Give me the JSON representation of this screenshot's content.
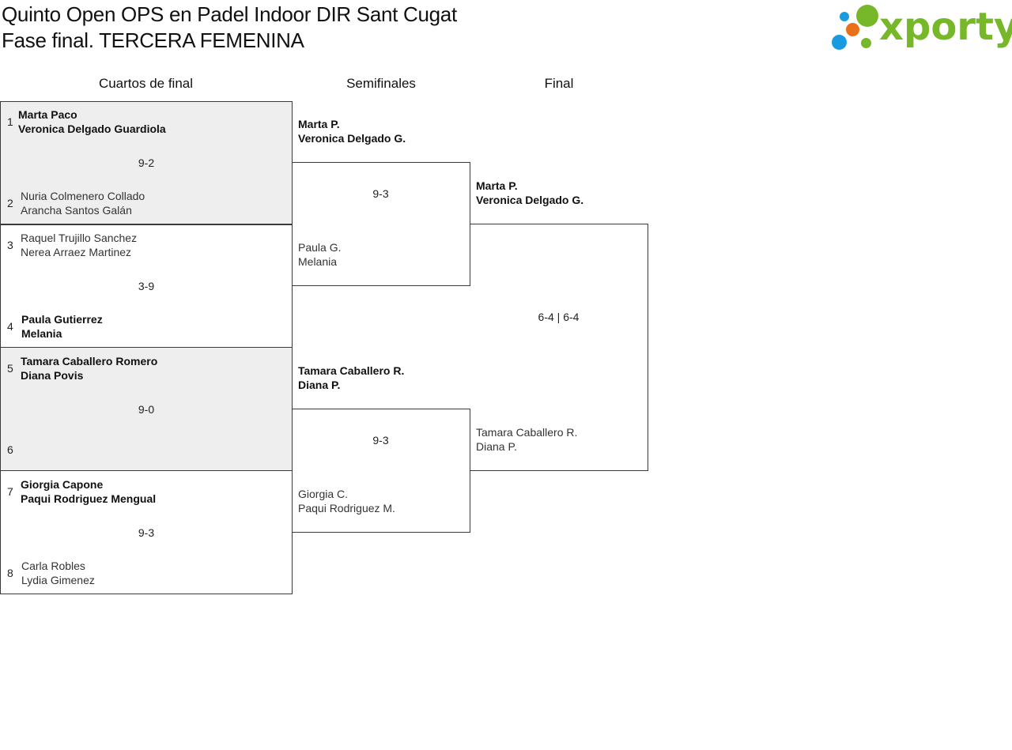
{
  "header": {
    "title_line1": "Quinto Open OPS en Padel Indoor DIR Sant Cugat",
    "title_line2": "Fase final. TERCERA FEMENINA"
  },
  "logo": {
    "text": "xporty",
    "colors": {
      "green": "#77b82a",
      "blue": "#1a9be0",
      "orange": "#e8701a"
    }
  },
  "rounds": {
    "quarterfinals": "Cuartos de final",
    "semifinals": "Semifinales",
    "final": "Final"
  },
  "quarterfinals": [
    {
      "score": "9-2",
      "top": {
        "seed": "1",
        "p1": "Marta Paco",
        "p2": "Veronica Delgado Guardiola",
        "winner": true
      },
      "bottom": {
        "seed": "2",
        "p1": "Nuria Colmenero Collado",
        "p2": "Arancha Santos Galán",
        "winner": false
      }
    },
    {
      "score": "3-9",
      "top": {
        "seed": "3",
        "p1": "Raquel Trujillo Sanchez",
        "p2": "Nerea Arraez Martinez",
        "winner": false
      },
      "bottom": {
        "seed": "4",
        "p1": "Paula Gutierrez",
        "p2": "Melania",
        "winner": true
      }
    },
    {
      "score": "9-0",
      "top": {
        "seed": "5",
        "p1": "Tamara Caballero Romero",
        "p2": "Diana Povis",
        "winner": true
      },
      "bottom": {
        "seed": "6",
        "p1": "",
        "p2": "",
        "winner": false
      }
    },
    {
      "score": "9-3",
      "top": {
        "seed": "7",
        "p1": "Giorgia Capone",
        "p2": "Paqui Rodriguez Mengual",
        "winner": true
      },
      "bottom": {
        "seed": "8",
        "p1": "Carla Robles",
        "p2": "Lydia Gimenez",
        "winner": false
      }
    }
  ],
  "semifinals": [
    {
      "score": "9-3",
      "top": {
        "p1": "Marta P.",
        "p2": "Veronica Delgado G.",
        "winner": true
      },
      "bottom": {
        "p1": "Paula G.",
        "p2": "Melania",
        "winner": false
      }
    },
    {
      "score": "9-3",
      "top": {
        "p1": "Tamara Caballero R.",
        "p2": "Diana P.",
        "winner": true
      },
      "bottom": {
        "p1": "Giorgia C.",
        "p2": "Paqui Rodriguez M.",
        "winner": false
      }
    }
  ],
  "final": {
    "score": "6-4 | 6-4",
    "top": {
      "p1": "Marta P.",
      "p2": "Veronica Delgado G.",
      "winner": true
    },
    "bottom": {
      "p1": "Tamara Caballero R.",
      "p2": "Diana P.",
      "winner": false
    }
  }
}
